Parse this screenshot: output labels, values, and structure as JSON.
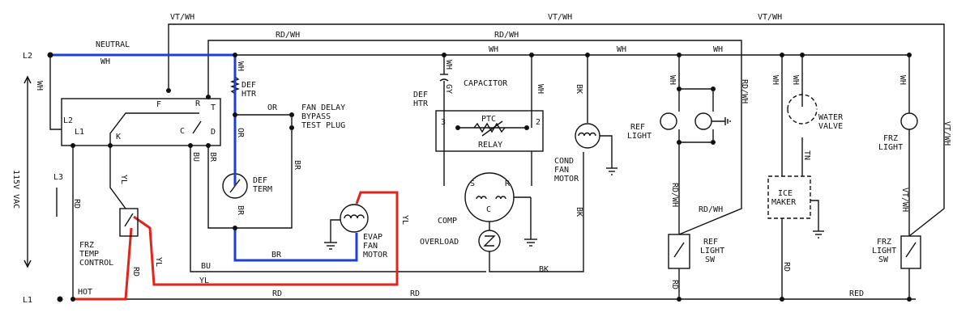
{
  "colors": {
    "neutral_wire": "#1f3fd0",
    "hot_wire": "#e1251b"
  },
  "terminals": {
    "l2": "L2",
    "l1": "L1"
  },
  "supply": {
    "voltage": "115V VAC",
    "l3": "L3"
  },
  "defrost_timer": {
    "l2": "L2",
    "l1": "L1",
    "k": "K",
    "f": "F",
    "r": "R",
    "t": "T",
    "c": "C",
    "d": "D"
  },
  "wires": {
    "neutral": "NEUTRAL",
    "hot": "HOT",
    "wh": "WH",
    "rd": "RD",
    "red": "RED",
    "yl": "YL",
    "bu": "BU",
    "br": "BR",
    "bk": "BK",
    "or": "OR",
    "gy": "GY",
    "tn": "TN",
    "vt_wh": "VT/WH",
    "rd_wh": "RD/WH"
  },
  "components": {
    "def_htr_top": "DEF\nHTR",
    "fan_delay": "FAN DELAY\nBYPASS\nTEST PLUG",
    "def_term": "DEF\nTERM",
    "evap_fan": "EVAP\nFAN\nMOTOR",
    "frz_temp": "FRZ\nTEMP\nCONTROL",
    "def_htr_left": "DEF\nHTR",
    "capacitor": "CAPACITOR",
    "ptc": "PTC",
    "relay": "RELAY",
    "relay_3": "3",
    "relay_2": "2",
    "comp": "COMP",
    "comp_s": "S",
    "comp_r": "R",
    "comp_c": "C",
    "overload": "OVERLOAD",
    "cond_fan": "COND\nFAN\nMOTOR",
    "ref_light": "REF\nLIGHT",
    "ref_light_sw": "REF\nLIGHT\nSW",
    "water_valve": "WATER\nVALVE",
    "ice_maker": "ICE\nMAKER",
    "frz_light": "FRZ\nLIGHT",
    "frz_light_sw": "FRZ\nLIGHT\nSW"
  }
}
